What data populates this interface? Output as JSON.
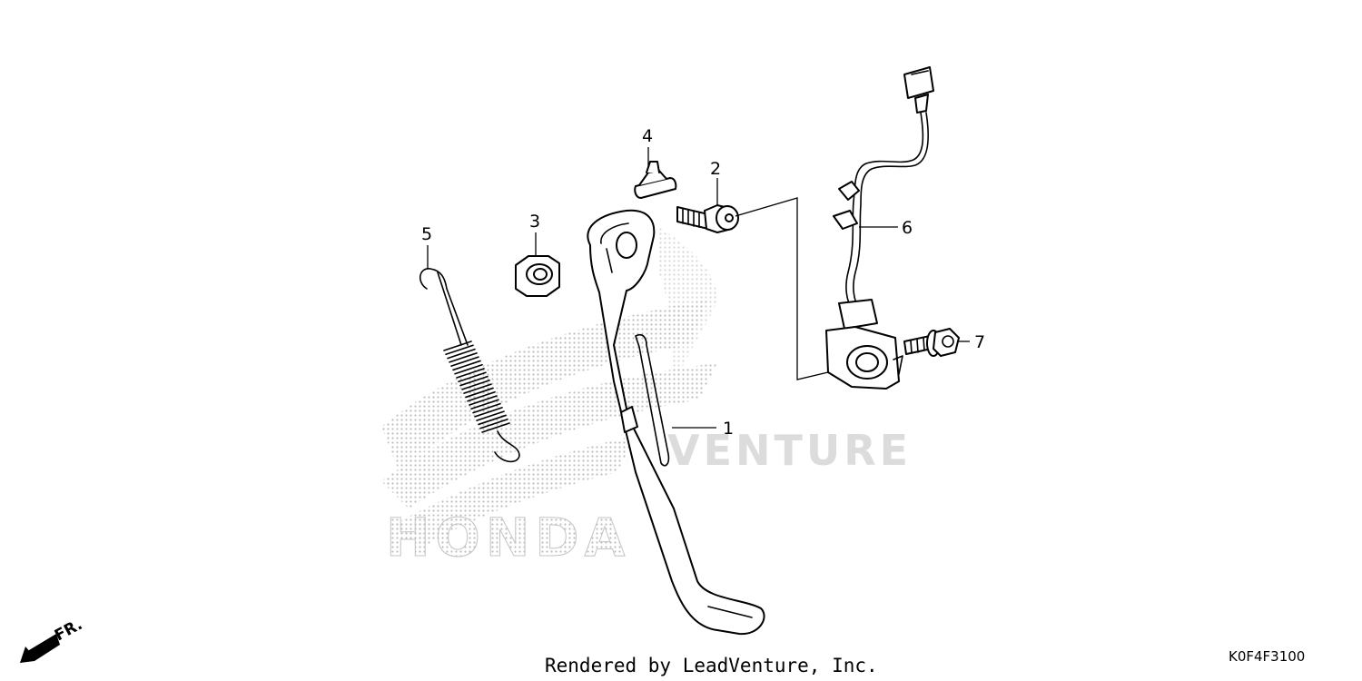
{
  "diagram": {
    "callouts": [
      "1",
      "2",
      "3",
      "4",
      "5",
      "6",
      "7"
    ],
    "direction_label": "FR.",
    "watermark_brand": "HONDA",
    "watermark_text": "VENTURE",
    "footer_credit": "Rendered by LeadVenture, Inc.",
    "diagram_code": "K0F4F3100"
  },
  "parts": [
    {
      "callout": "1",
      "icon": "side-stand-icon"
    },
    {
      "callout": "2",
      "icon": "pivot-bolt-icon"
    },
    {
      "callout": "3",
      "icon": "nut-icon"
    },
    {
      "callout": "4",
      "icon": "rubber-stopper-icon"
    },
    {
      "callout": "5",
      "icon": "return-spring-icon"
    },
    {
      "callout": "6",
      "icon": "side-stand-switch-icon"
    },
    {
      "callout": "7",
      "icon": "flange-bolt-icon"
    }
  ],
  "colors": {
    "line": "#000000",
    "background": "#ffffff",
    "watermark": "#cfcfcf"
  }
}
